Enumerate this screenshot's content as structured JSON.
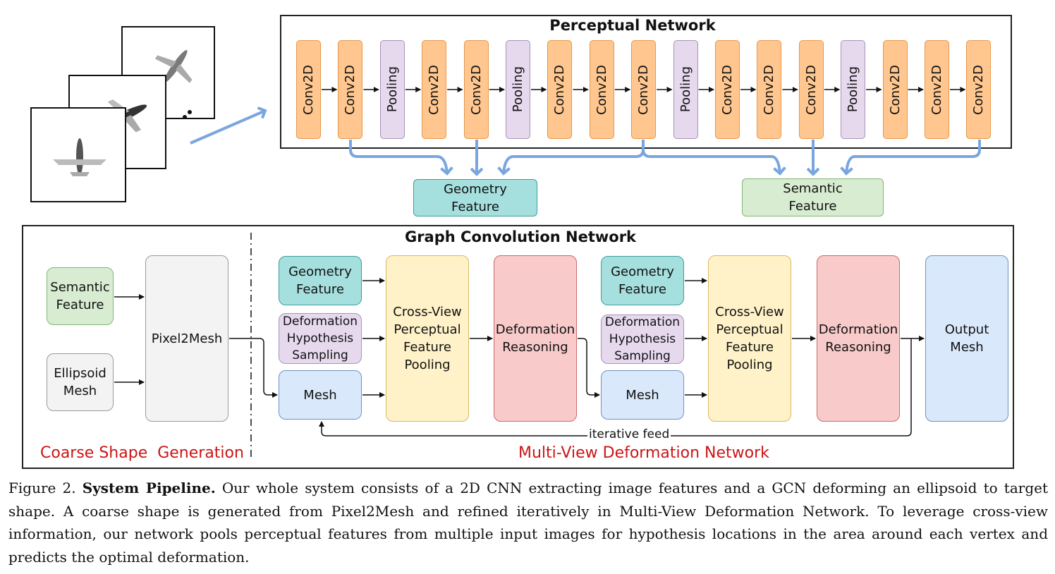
{
  "perceptual": {
    "title": "Perceptual Network",
    "layers": [
      "Conv2D",
      "Conv2D",
      "Pooling",
      "Conv2D",
      "Conv2D",
      "Pooling",
      "Conv2D",
      "Conv2D",
      "Conv2D",
      "Pooling",
      "Conv2D",
      "Conv2D",
      "Conv2D",
      "Pooling",
      "Conv2D",
      "Conv2D",
      "Conv2D"
    ],
    "geometry_feature": "Geometry\nFeature",
    "semantic_feature": "Semantic\nFeature"
  },
  "gcn": {
    "title": "Graph Convolution Network",
    "coarse": {
      "semantic_feature": "Semantic\nFeature",
      "ellipsoid_mesh": "Ellipsoid\nMesh",
      "pixel2mesh": "Pixel2Mesh",
      "label": "Coarse Shape  Generation"
    },
    "stage1": {
      "geometry_feature": "Geometry\nFeature",
      "hypothesis": "Deformation\nHypothesis\nSampling",
      "mesh": "Mesh",
      "pooling": "Cross-View\nPerceptual\nFeature\nPooling",
      "reasoning": "Deformation\nReasoning"
    },
    "stage2": {
      "geometry_feature": "Geometry\nFeature",
      "hypothesis": "Deformation\nHypothesis\nSampling",
      "mesh": "Mesh",
      "pooling": "Cross-View\nPerceptual\nFeature\nPooling",
      "reasoning": "Deformation\nReasoning"
    },
    "output_mesh": "Output\nMesh",
    "iterative_feed": "iterative feed",
    "mvdn_label": "Multi-View Deformation Network"
  },
  "caption": {
    "prefix": "Figure 2. ",
    "bold": "System Pipeline.",
    "text": " Our whole system consists of a 2D CNN extracting image features and a GCN deforming an ellipsoid to target shape.  A coarse shape is generated from Pixel2Mesh and refined iteratively in Multi-View Deformation Network.  To leverage cross-view information, our network pools perceptual features from multiple input images for hypothesis locations in the area around each vertex and predicts the optimal deformation."
  },
  "colors": {
    "conv": "#ffc78f",
    "pool": "#e6d9ee",
    "geometry": "#a6e0de",
    "semantic": "#d7ecd1",
    "mesh": "#d9e8fb",
    "cross_view": "#fff2c8",
    "reasoning": "#f8caca",
    "feature_arrow": "#7aa6e0",
    "label_red": "#cc1515"
  }
}
